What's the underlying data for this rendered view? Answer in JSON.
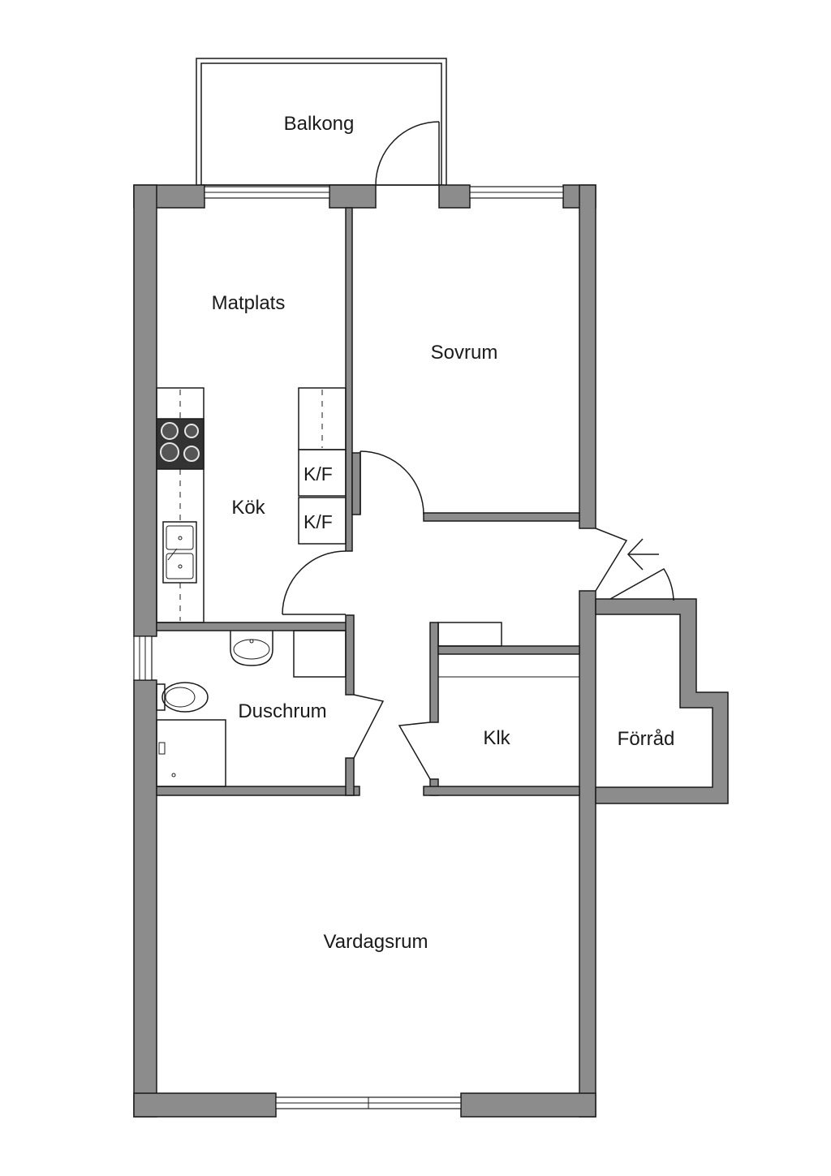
{
  "rooms": {
    "balkong": "Balkong",
    "matplats": "Matplats",
    "sovrum": "Sovrum",
    "kok": "Kök",
    "duschrum": "Duschrum",
    "klk": "Klk",
    "forrad": "Förråd",
    "vardagsrum": "Vardagsrum"
  },
  "appliances": {
    "fridge_freezer_1": "K/F",
    "fridge_freezer_2": "K/F"
  },
  "icons": {
    "entrance": "entrance-arrow-icon",
    "stove": "stove-icon",
    "sink": "kitchen-sink-icon",
    "toilet": "toilet-icon",
    "washbasin": "washbasin-icon"
  },
  "colors": {
    "wall": "#8c8c8c",
    "line": "#1a1a1a",
    "background": "#ffffff"
  }
}
